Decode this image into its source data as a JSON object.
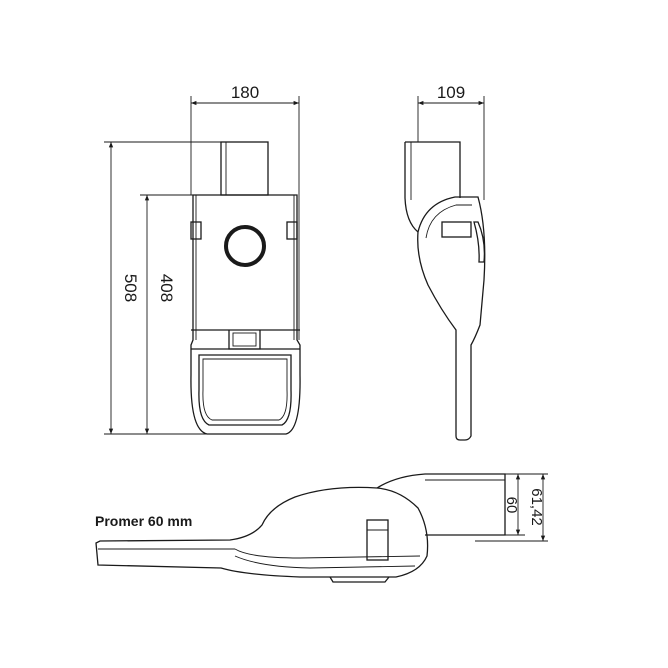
{
  "dimensions": {
    "front_width": "180",
    "front_overall_height": "508",
    "front_body_height": "408",
    "side_width": "109",
    "mount_inner_height": "60",
    "mount_outer_height": "61,42"
  },
  "caption": "Promer 60 mm",
  "colors": {
    "line": "#1a1a1a",
    "background": "#ffffff"
  }
}
